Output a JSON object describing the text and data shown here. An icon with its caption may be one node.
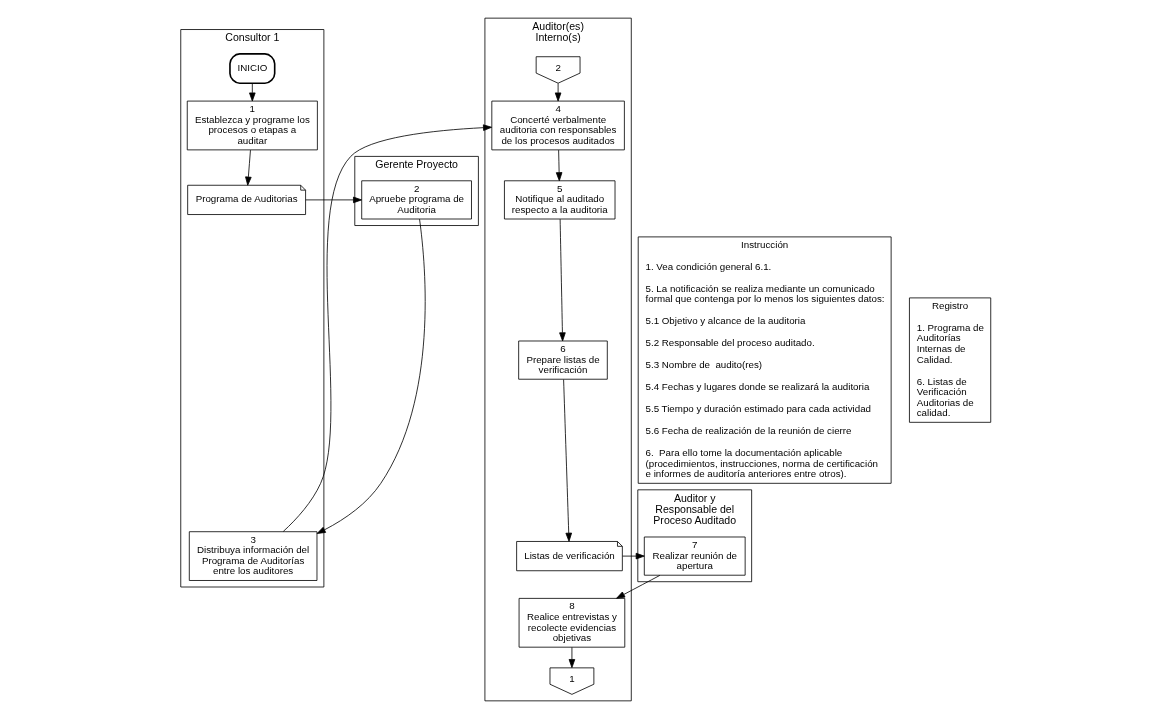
{
  "diagram": {
    "nodes": [
      {
        "text": [
          "Consultor 1"
        ]
      },
      {
        "text": [
          "Gerente Proyecto"
        ]
      },
      {
        "text": [
          "Auditor(es) Interno(s)"
        ]
      },
      {
        "text": [
          "Auditor y Responsable del Proceso Auditado"
        ]
      },
      {
        "text": [
          "Instrucción",
          "1. Vea condición general 6.1.",
          "5. La notificación se realiza mediante un comunicado formal que contenga por lo menos los siguientes datos:",
          "5.1 Objetivo y alcance de la auditoria",
          "5.2 Responsable del proceso auditado.",
          "5.3 Nombre de  audito(res)",
          "5.4 Fechas y lugares donde se realizará la auditoria",
          "5.5 Tiempo y duración estimado para cada actividad",
          "5.6 Fecha de realización de la reunión de cierre",
          "6.  Para ello tome la documentación aplicable (procedimientos, instrucciones, norma de certificación e informes de auditoría anteriores entre otros)."
        ]
      },
      {
        "text": [
          "Registro",
          "1. Programa de Auditorías Internas de Calidad.",
          "6. Listas de Verificación Auditorias de calidad."
        ]
      },
      {
        "text": [
          "INICIO"
        ],
        "in": 0
      },
      {
        "text": [
          "1",
          "Establezca y programe los procesos o etapas a auditar"
        ],
        "in": 0
      },
      {
        "text": [
          "Programa de Auditorias"
        ],
        "in": 0
      },
      {
        "text": [
          "2",
          "Apruebe programa de Auditoria"
        ],
        "in": 1
      },
      {
        "text": [
          "3",
          "Distribuya información del Programa de Auditorías  entre los auditores"
        ],
        "in": 0
      },
      {
        "text": [
          "2"
        ],
        "in": 2
      },
      {
        "text": [
          "4",
          "Concerté verbalmente auditoria con responsables de los procesos auditados"
        ],
        "in": 2
      },
      {
        "text": [
          "5",
          "Notifique al auditado respecto a la auditoria"
        ],
        "in": 2
      },
      {
        "text": [
          "6",
          "Prepare listas de verificación"
        ],
        "in": 2
      },
      {
        "text": [
          "Listas de verificación"
        ],
        "in": 2
      },
      {
        "text": [
          "7",
          "Realizar reunión de apertura"
        ],
        "in": 3
      },
      {
        "text": [
          "8",
          "Realice entrevistas y recolecte evidencias objetivas"
        ],
        "in": 2
      },
      {
        "text": [
          "1"
        ],
        "in": 2
      }
    ],
    "edges": [
      {
        "from": 6,
        "to": 7,
        "arrow": "to"
      },
      {
        "from": 7,
        "to": 8,
        "arrow": "to"
      },
      {
        "from": 8,
        "to": 9,
        "arrow": "to"
      },
      {
        "from": 9,
        "to": 10,
        "arrow": "to"
      },
      {
        "from": 10,
        "to": 12,
        "arrow": "to"
      },
      {
        "from": 11,
        "to": 12,
        "arrow": "to"
      },
      {
        "from": 12,
        "to": 13,
        "arrow": "to"
      },
      {
        "from": 13,
        "to": 14,
        "arrow": "to"
      },
      {
        "from": 14,
        "to": 15,
        "arrow": "to"
      },
      {
        "from": 15,
        "to": 16,
        "arrow": "to"
      },
      {
        "from": 16,
        "to": 17,
        "arrow": "to"
      },
      {
        "from": 17,
        "to": 18,
        "arrow": "to"
      }
    ]
  }
}
